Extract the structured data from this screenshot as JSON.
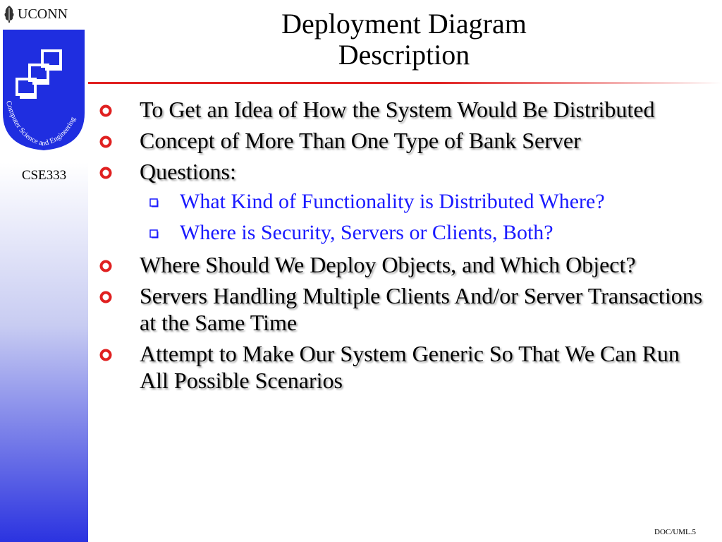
{
  "sidebar": {
    "wordmark": "UCONN",
    "logo_text": "Computer Science and Engineering",
    "course": "CSE333"
  },
  "slide": {
    "title_line1": "Deployment Diagram",
    "title_line2": "Description",
    "bullets": [
      {
        "text": "To Get an Idea of How the System Would Be Distributed"
      },
      {
        "text": "Concept of More Than One Type of Bank Server"
      },
      {
        "text": "Questions:"
      },
      {
        "text": "Where Should We Deploy Objects, and Which Object?"
      },
      {
        "text": "Servers Handling Multiple Clients And/or Server Transactions at the Same Time"
      },
      {
        "text": "Attempt to Make Our System Generic So That We Can Run All Possible Scenarios"
      }
    ],
    "sub_bullets": [
      {
        "text": "What Kind of Functionality is Distributed Where?"
      },
      {
        "text": "Where is Security, Servers or Clients, Both?"
      }
    ],
    "footer": "DOC/UML.5"
  },
  "colors": {
    "accent_red": "#e02020",
    "sub_bullet_blue": "#1a1aff",
    "logo_blue": "#1f2ee0"
  },
  "icons": {
    "bullet_marker": "red-ring-icon",
    "sub_bullet_marker": "hollow-square-icon",
    "logo": "stacked-computers-icon",
    "wordmark": "oak-leaf-icon"
  }
}
